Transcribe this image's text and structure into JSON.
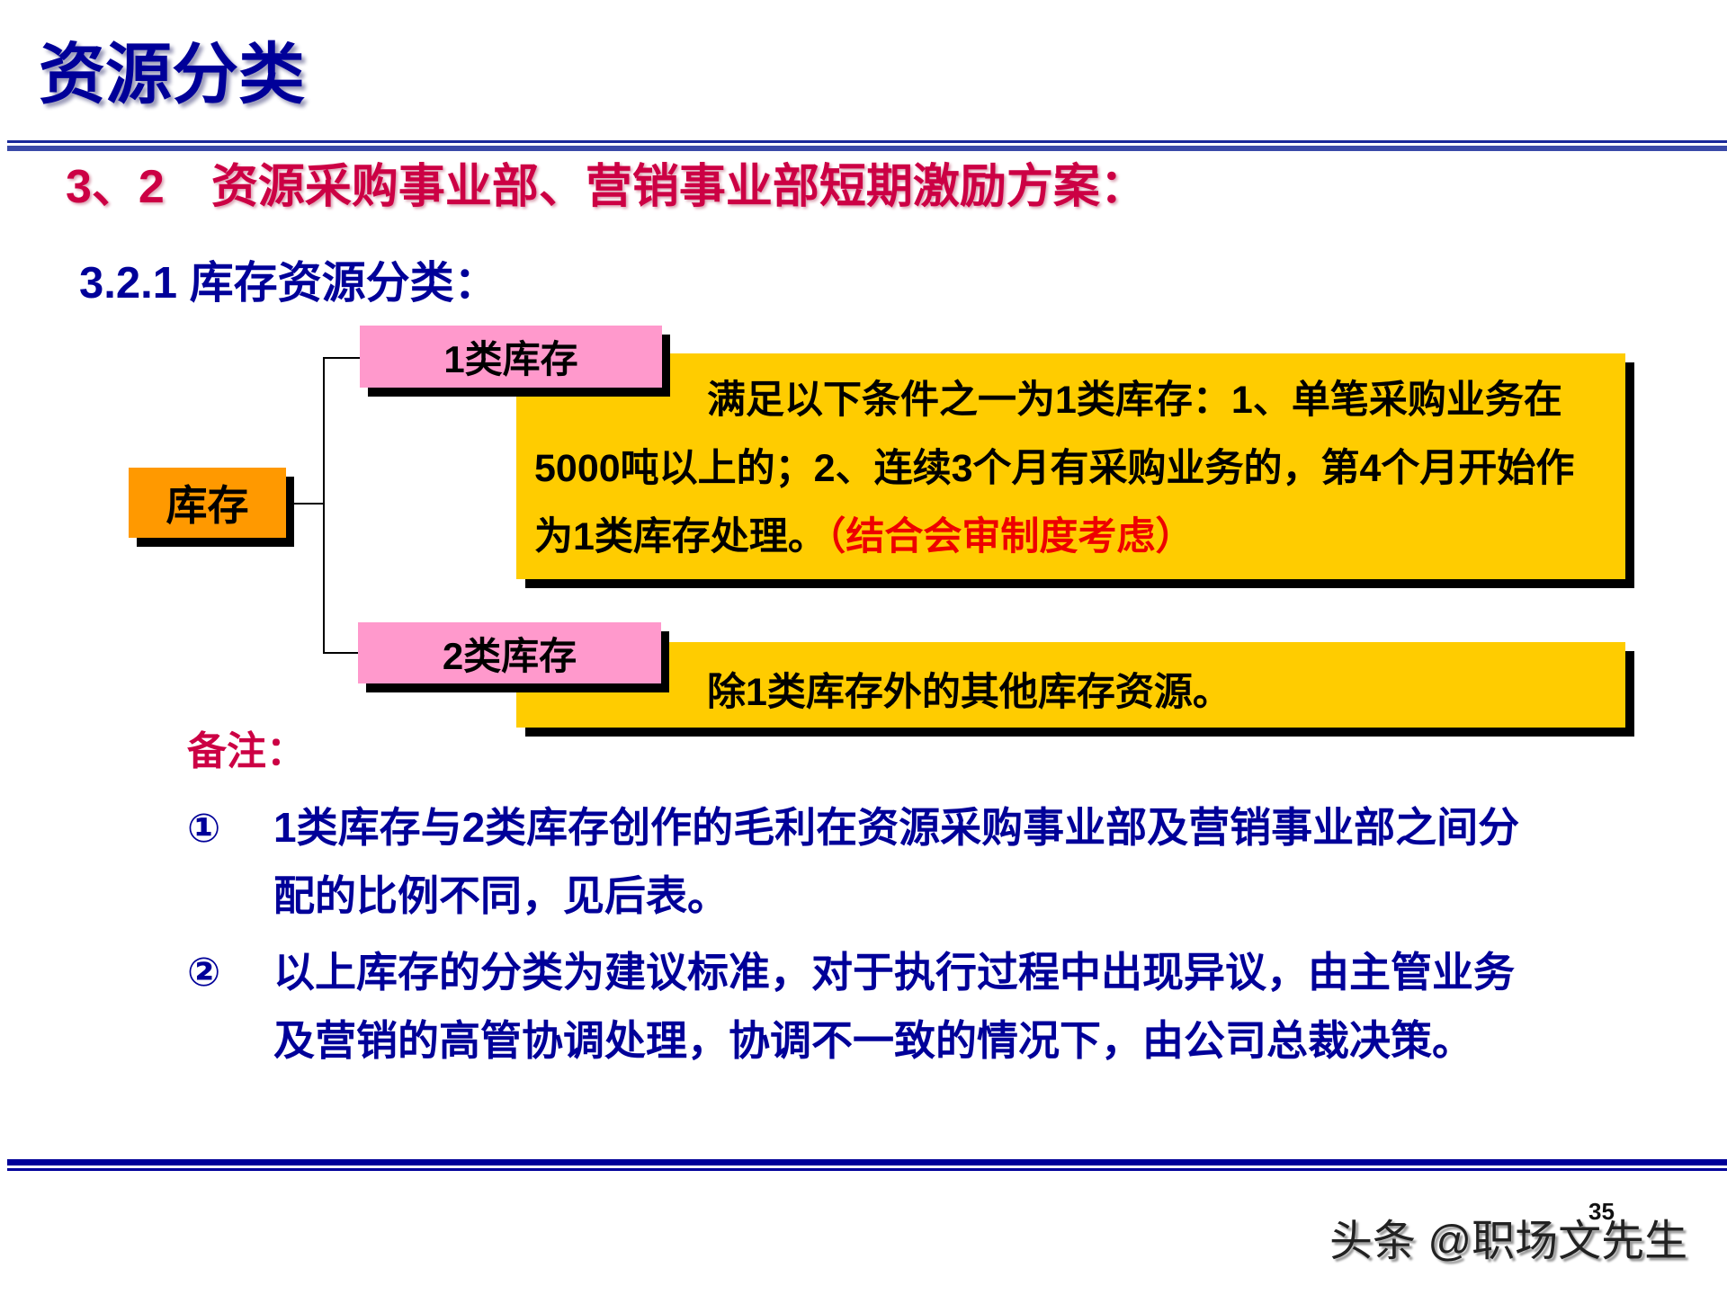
{
  "slide": {
    "title": "资源分类",
    "section_heading": "3、2　资源采购事业部、营销事业部短期激励方案：",
    "subsection_heading": "3.2.1  库存资源分类：",
    "diagram": {
      "root_label": "库存",
      "categories": [
        {
          "label": "1类库存",
          "description_lines": [
            "满足以下条件之一为1类库存：1、单笔采购业务在",
            "5000吨以上的；2、连续3个月有采购业务的，第4个月开始作",
            "为1类库存处理。"
          ],
          "note": "（结合会审制度考虑）"
        },
        {
          "label": "2类库存",
          "description_lines": [
            "除1类库存外的其他库存资源。"
          ]
        }
      ]
    },
    "remarks": {
      "label": "备注：",
      "items": [
        {
          "marker": "①",
          "lines": [
            "1类库存与2类库存创作的毛利在资源采购事业部及营销事业部之间分",
            "配的比例不同，见后表。"
          ]
        },
        {
          "marker": "②",
          "lines": [
            "以上库存的分类为建议标准，对于执行过程中出现异议，由主管业务",
            "及营销的高管协调处理，协调不一致的情况下，由公司总裁决策。"
          ]
        }
      ]
    },
    "page_number": "35",
    "watermark": "头条 @职场文先生"
  },
  "colors": {
    "title_blue": "#000099",
    "heading_red": "#cc0044",
    "root_box": "#ff9900",
    "category_box": "#ff99cc",
    "description_box": "#ffcc00",
    "note_red": "#ee0000"
  }
}
